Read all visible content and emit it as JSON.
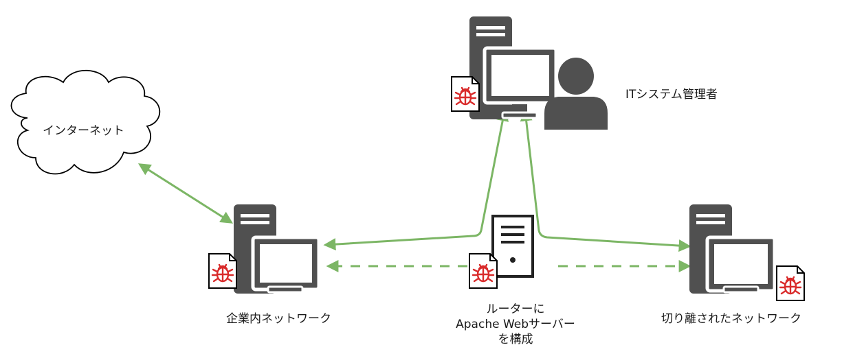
{
  "labels": {
    "internet": "インターネット",
    "it_admin": "ITシステム管理者",
    "corporate_network": "企業内ネットワーク",
    "router_line1": "ルーターに",
    "router_line2": "Apache Webサーバー",
    "router_line3": "を構成",
    "isolated_network": "切り離されたネットワーク"
  },
  "colors": {
    "arrow": "#7cb665",
    "computer": "#505050",
    "bug": "#d92b2b",
    "person": "#505050",
    "outline": "#000000"
  },
  "icons": {
    "internet": "cloud-icon",
    "admin_computer": "computer-icon",
    "admin_user": "person-icon",
    "corporate_computer": "computer-icon",
    "router": "server-tower-icon",
    "isolated_computer": "computer-icon",
    "malware": "bug-document-icon"
  }
}
